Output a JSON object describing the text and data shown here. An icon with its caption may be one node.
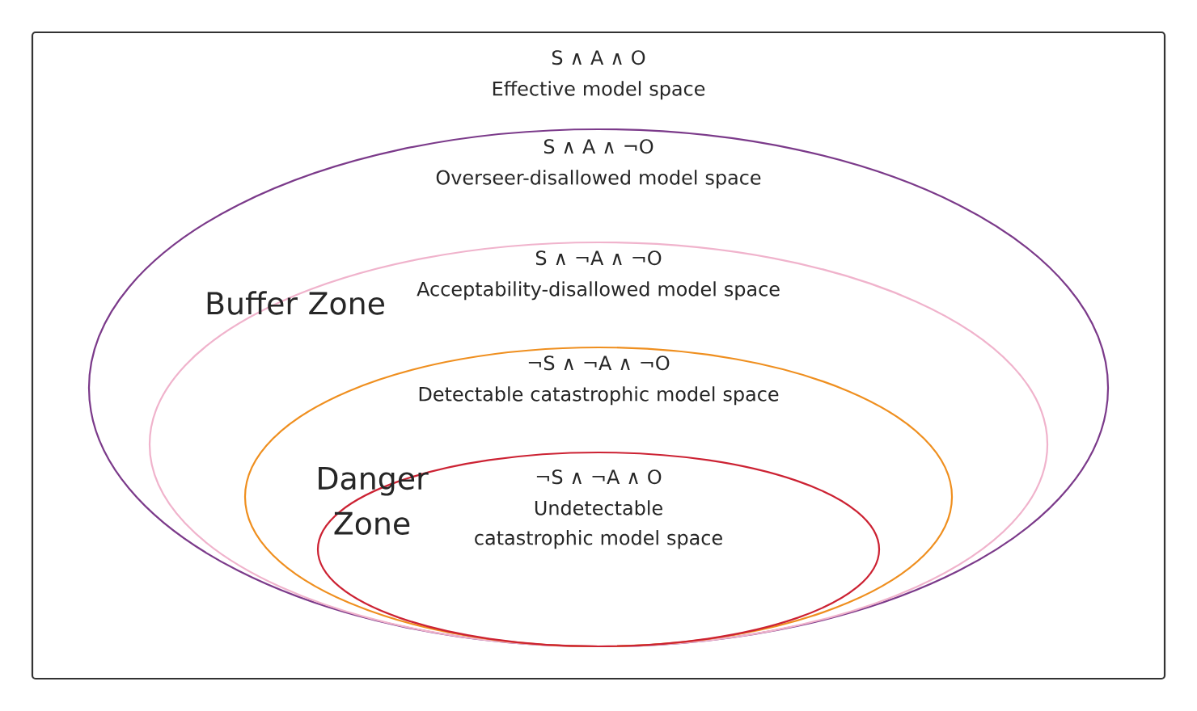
{
  "diagram": {
    "nodes": [
      {
        "text": [
          "S ∧ A ∧ O",
          "Effective model space"
        ]
      },
      {
        "text": [
          "S ∧ A ∧ ¬O",
          "Overseer-disallowed model space"
        ],
        "in": 0
      },
      {
        "text": [
          "S ∧ ¬A ∧ ¬O",
          "Acceptability-disallowed model space"
        ],
        "in": 1
      },
      {
        "text": [
          "¬S ∧ ¬A ∧ ¬O",
          "Detectable catastrophic model space"
        ],
        "in": 2
      },
      {
        "text": [
          "¬S ∧ ¬A ∧ O",
          "Undetectable catastrophic model space"
        ],
        "in": 3
      }
    ],
    "labels": [
      "Buffer Zone",
      "Danger Zone"
    ]
  }
}
